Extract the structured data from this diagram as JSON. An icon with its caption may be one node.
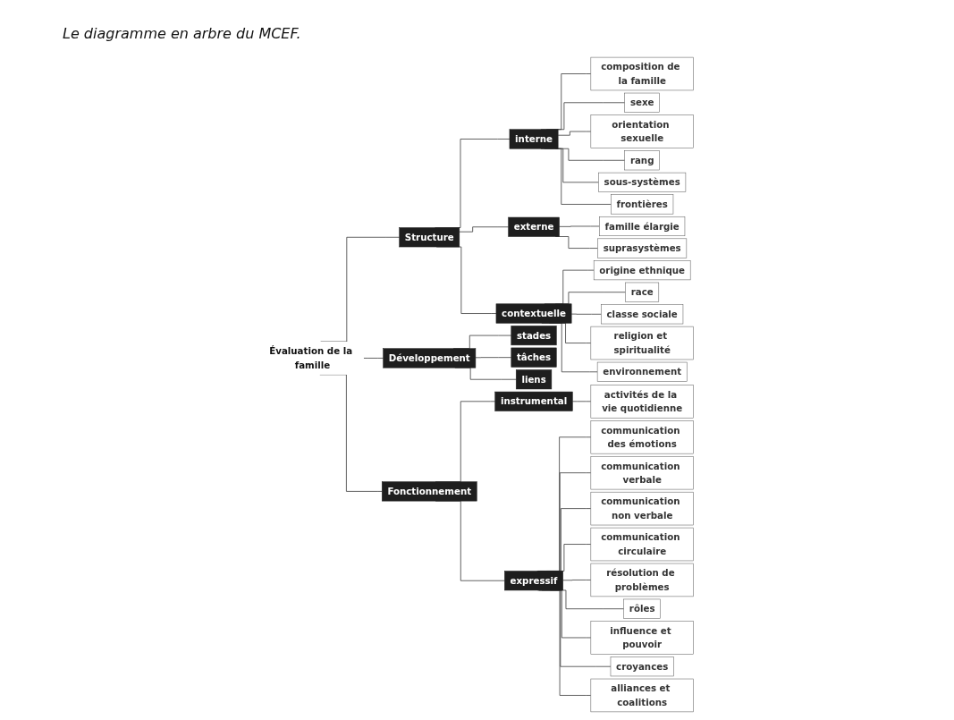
{
  "diagram": {
    "title": "Le diagramme en arbre du MCEF.",
    "nodes": [
      {
        "text": [
          "Évaluation de la famille"
        ]
      },
      {
        "text": [
          "Structure"
        ]
      },
      {
        "text": [
          "interne"
        ]
      },
      {
        "text": [
          "composition de la famille"
        ]
      },
      {
        "text": [
          "sexe"
        ]
      },
      {
        "text": [
          "orientation sexuelle"
        ]
      },
      {
        "text": [
          "rang"
        ]
      },
      {
        "text": [
          "sous-systèmes"
        ]
      },
      {
        "text": [
          "frontières"
        ]
      },
      {
        "text": [
          "externe"
        ]
      },
      {
        "text": [
          "famille élargie"
        ]
      },
      {
        "text": [
          "suprasystèmes"
        ]
      },
      {
        "text": [
          "contextuelle"
        ]
      },
      {
        "text": [
          "origine ethnique"
        ]
      },
      {
        "text": [
          "race"
        ]
      },
      {
        "text": [
          "classe sociale"
        ]
      },
      {
        "text": [
          "religion et spiritualité"
        ]
      },
      {
        "text": [
          "environnement"
        ]
      },
      {
        "text": [
          "Développement"
        ]
      },
      {
        "text": [
          "stades"
        ]
      },
      {
        "text": [
          "tâches"
        ]
      },
      {
        "text": [
          "liens"
        ]
      },
      {
        "text": [
          "Fonctionnement"
        ]
      },
      {
        "text": [
          "instrumental"
        ]
      },
      {
        "text": [
          "activités de la vie quotidienne"
        ]
      },
      {
        "text": [
          "expressif"
        ]
      },
      {
        "text": [
          "communication des émotions"
        ]
      },
      {
        "text": [
          "communication verbale"
        ]
      },
      {
        "text": [
          "communication non verbale"
        ]
      },
      {
        "text": [
          "communication circulaire"
        ]
      },
      {
        "text": [
          "résolution de problèmes"
        ]
      },
      {
        "text": [
          "rôles"
        ]
      },
      {
        "text": [
          "influence et pouvoir"
        ]
      },
      {
        "text": [
          "croyances"
        ]
      },
      {
        "text": [
          "alliances et coalitions"
        ]
      }
    ],
    "edges": [
      {
        "from": 0,
        "to": 1,
        "arrow": "none"
      },
      {
        "from": 1,
        "to": 2,
        "arrow": "none"
      },
      {
        "from": 2,
        "to": 3,
        "arrow": "none"
      },
      {
        "from": 2,
        "to": 4,
        "arrow": "none"
      },
      {
        "from": 2,
        "to": 5,
        "arrow": "none"
      },
      {
        "from": 2,
        "to": 6,
        "arrow": "none"
      },
      {
        "from": 2,
        "to": 7,
        "arrow": "none"
      },
      {
        "from": 2,
        "to": 8,
        "arrow": "none"
      },
      {
        "from": 1,
        "to": 9,
        "arrow": "none"
      },
      {
        "from": 9,
        "to": 10,
        "arrow": "none"
      },
      {
        "from": 9,
        "to": 11,
        "arrow": "none"
      },
      {
        "from": 1,
        "to": 12,
        "arrow": "none"
      },
      {
        "from": 12,
        "to": 13,
        "arrow": "none"
      },
      {
        "from": 12,
        "to": 14,
        "arrow": "none"
      },
      {
        "from": 12,
        "to": 15,
        "arrow": "none"
      },
      {
        "from": 12,
        "to": 16,
        "arrow": "none"
      },
      {
        "from": 12,
        "to": 17,
        "arrow": "none"
      },
      {
        "from": 0,
        "to": 18,
        "arrow": "none"
      },
      {
        "from": 18,
        "to": 19,
        "arrow": "none"
      },
      {
        "from": 18,
        "to": 20,
        "arrow": "none"
      },
      {
        "from": 18,
        "to": 21,
        "arrow": "none"
      },
      {
        "from": 0,
        "to": 22,
        "arrow": "none"
      },
      {
        "from": 22,
        "to": 23,
        "arrow": "none"
      },
      {
        "from": 23,
        "to": 24,
        "arrow": "none"
      },
      {
        "from": 22,
        "to": 25,
        "arrow": "none"
      },
      {
        "from": 25,
        "to": 26,
        "arrow": "none"
      },
      {
        "from": 25,
        "to": 27,
        "arrow": "none"
      },
      {
        "from": 25,
        "to": 28,
        "arrow": "none"
      },
      {
        "from": 25,
        "to": 29,
        "arrow": "none"
      },
      {
        "from": 25,
        "to": 30,
        "arrow": "none"
      },
      {
        "from": 25,
        "to": 31,
        "arrow": "none"
      },
      {
        "from": 25,
        "to": 32,
        "arrow": "none"
      },
      {
        "from": 25,
        "to": 33,
        "arrow": "none"
      },
      {
        "from": 25,
        "to": 34,
        "arrow": "none"
      }
    ]
  }
}
